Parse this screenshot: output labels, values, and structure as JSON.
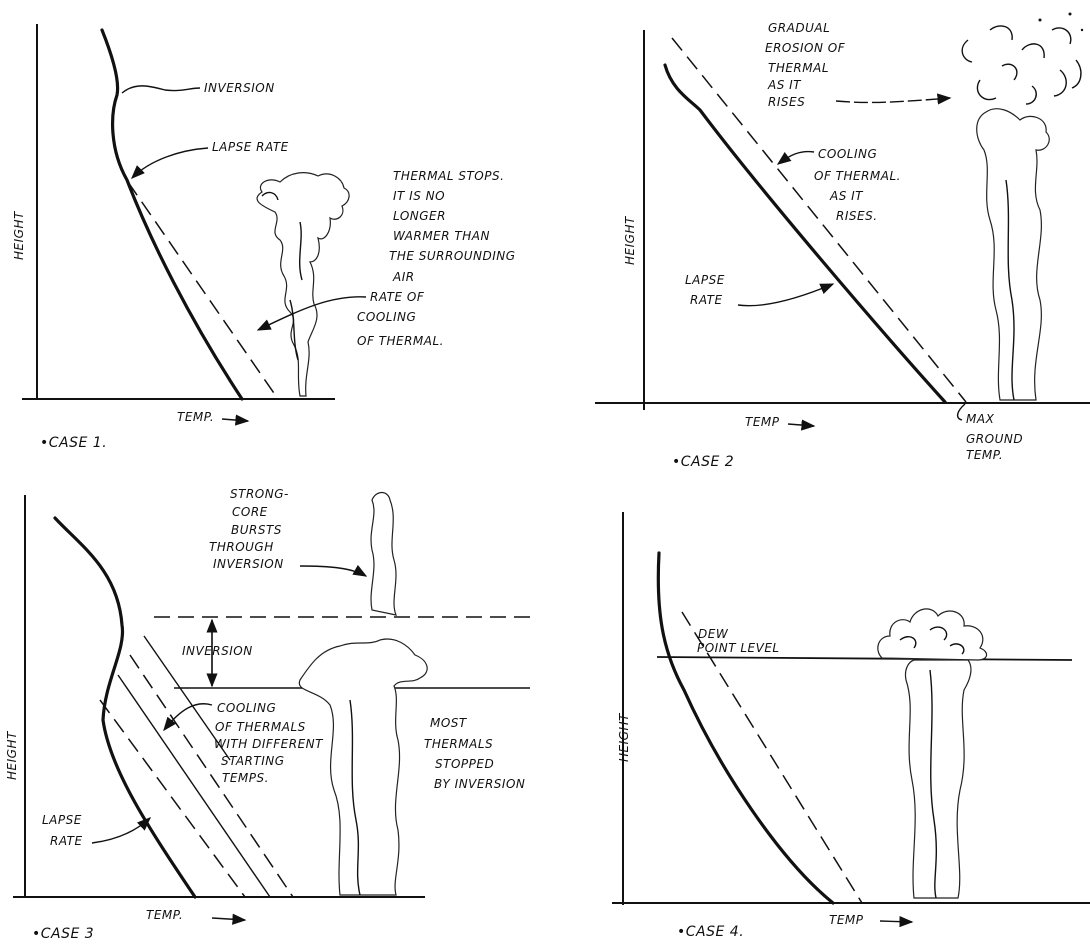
{
  "case1": {
    "inversion": "INVERSION",
    "lapse_rate": "LAPSE RATE",
    "note": [
      "THERMAL STOPS.",
      "IT IS NO",
      "LONGER",
      "WARMER THAN",
      "THE SURROUNDING",
      "AIR"
    ],
    "cooling": [
      "RATE OF",
      "COOLING",
      "OF THERMAL."
    ],
    "height": "HEIGHT",
    "temp": "TEMP.",
    "case_label": "•CASE 1."
  },
  "case2": {
    "erosion": [
      "GRADUAL",
      "EROSION OF",
      "THERMAL",
      "AS IT",
      "RISES"
    ],
    "cooling": [
      "COOLING",
      "OF THERMAL.",
      "AS IT",
      "RISES."
    ],
    "lapse": [
      "LAPSE",
      "RATE"
    ],
    "height": "HEIGHT",
    "temp": "TEMP",
    "max_ground": [
      "MAX",
      "GROUND",
      "TEMP."
    ],
    "case_label": "•CASE 2"
  },
  "case3": {
    "strong": [
      "STRONG-",
      "CORE",
      "BURSTS",
      "THROUGH",
      "INVERSION"
    ],
    "inversion": "INVERSION",
    "cooling": [
      "COOLING",
      "OF THERMALS",
      "WITH DIFFERENT",
      "STARTING",
      "TEMPS."
    ],
    "most": [
      "MOST",
      "THERMALS",
      "STOPPED",
      "BY INVERSION"
    ],
    "lapse": [
      "LAPSE",
      "RATE"
    ],
    "height": "HEIGHT",
    "temp": "TEMP.",
    "case_label": "•CASE 3"
  },
  "case4": {
    "dew": [
      "DEW",
      "POINT LEVEL"
    ],
    "height": "HEIGHT",
    "temp": "TEMP",
    "case_label": "•CASE 4."
  }
}
